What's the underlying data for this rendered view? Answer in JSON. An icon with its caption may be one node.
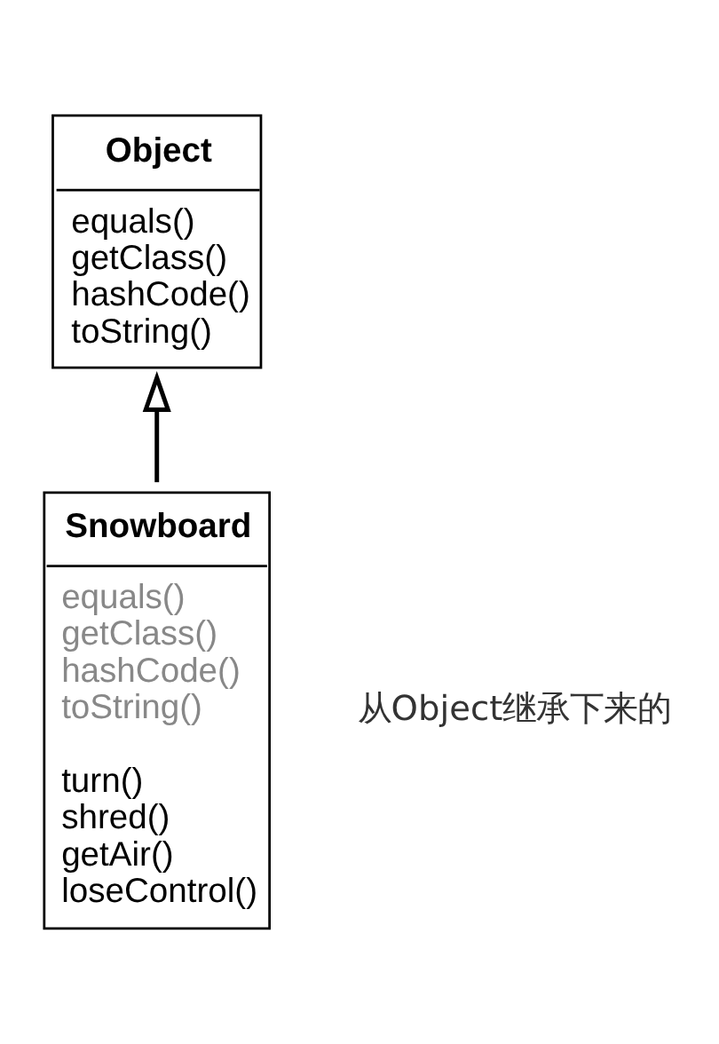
{
  "diagram": {
    "nodes": [
      {
        "text": [
          "Object",
          "equals()",
          "getClass()",
          "hashCode()",
          "toString()"
        ]
      },
      {
        "text": [
          "Snowboard",
          "equals()",
          "getClass()",
          "hashCode()",
          "toString()",
          "turn()",
          "shred()",
          "getAir()",
          "loseControl()"
        ]
      }
    ],
    "edges": [
      {
        "from": 1,
        "to": 0,
        "arrow": "to"
      }
    ],
    "labels": [
      "从Object继承下来的"
    ]
  }
}
